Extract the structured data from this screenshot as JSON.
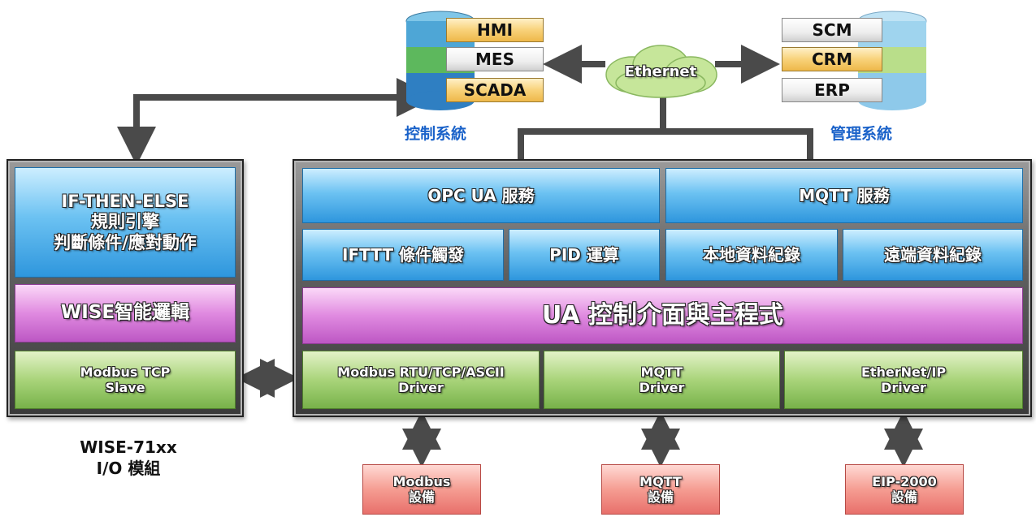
{
  "control_system": {
    "caption": "控制系統",
    "items": [
      "HMI",
      "MES",
      "SCADA"
    ]
  },
  "management_system": {
    "caption": "管理系統",
    "items": [
      "SCM",
      "CRM",
      "ERP"
    ]
  },
  "network": {
    "label": "Ethernet"
  },
  "wise_module": {
    "rule_engine": "IF-THEN-ELSE\n規則引擎\n判斷條件/應對動作",
    "logic": "WISE智能邏輯",
    "modbus_slave": "Modbus TCP\nSlave",
    "caption": "WISE-71xx\nI/O 模組"
  },
  "ua_platform": {
    "services": [
      "OPC UA 服務",
      "MQTT 服務"
    ],
    "functions": [
      "IFTTT 條件觸發",
      "PID 運算",
      "本地資料紀錄",
      "遠端資料紀錄"
    ],
    "main": "UA 控制介面與主程式",
    "drivers": [
      "Modbus RTU/TCP/ASCII\nDriver",
      "MQTT\nDriver",
      "EtherNet/IP\nDriver"
    ]
  },
  "devices": [
    "Modbus\n設備",
    "MQTT\n設備",
    "EIP-2000\n設備"
  ],
  "colors": {
    "service_blue": "#6cc2f2",
    "main_pink": "#e08ae0",
    "driver_green": "#a9d47a",
    "device_red": "#f59d92",
    "caption_blue": "#1a62c9",
    "arrow_gray": "#4a4a4a"
  }
}
